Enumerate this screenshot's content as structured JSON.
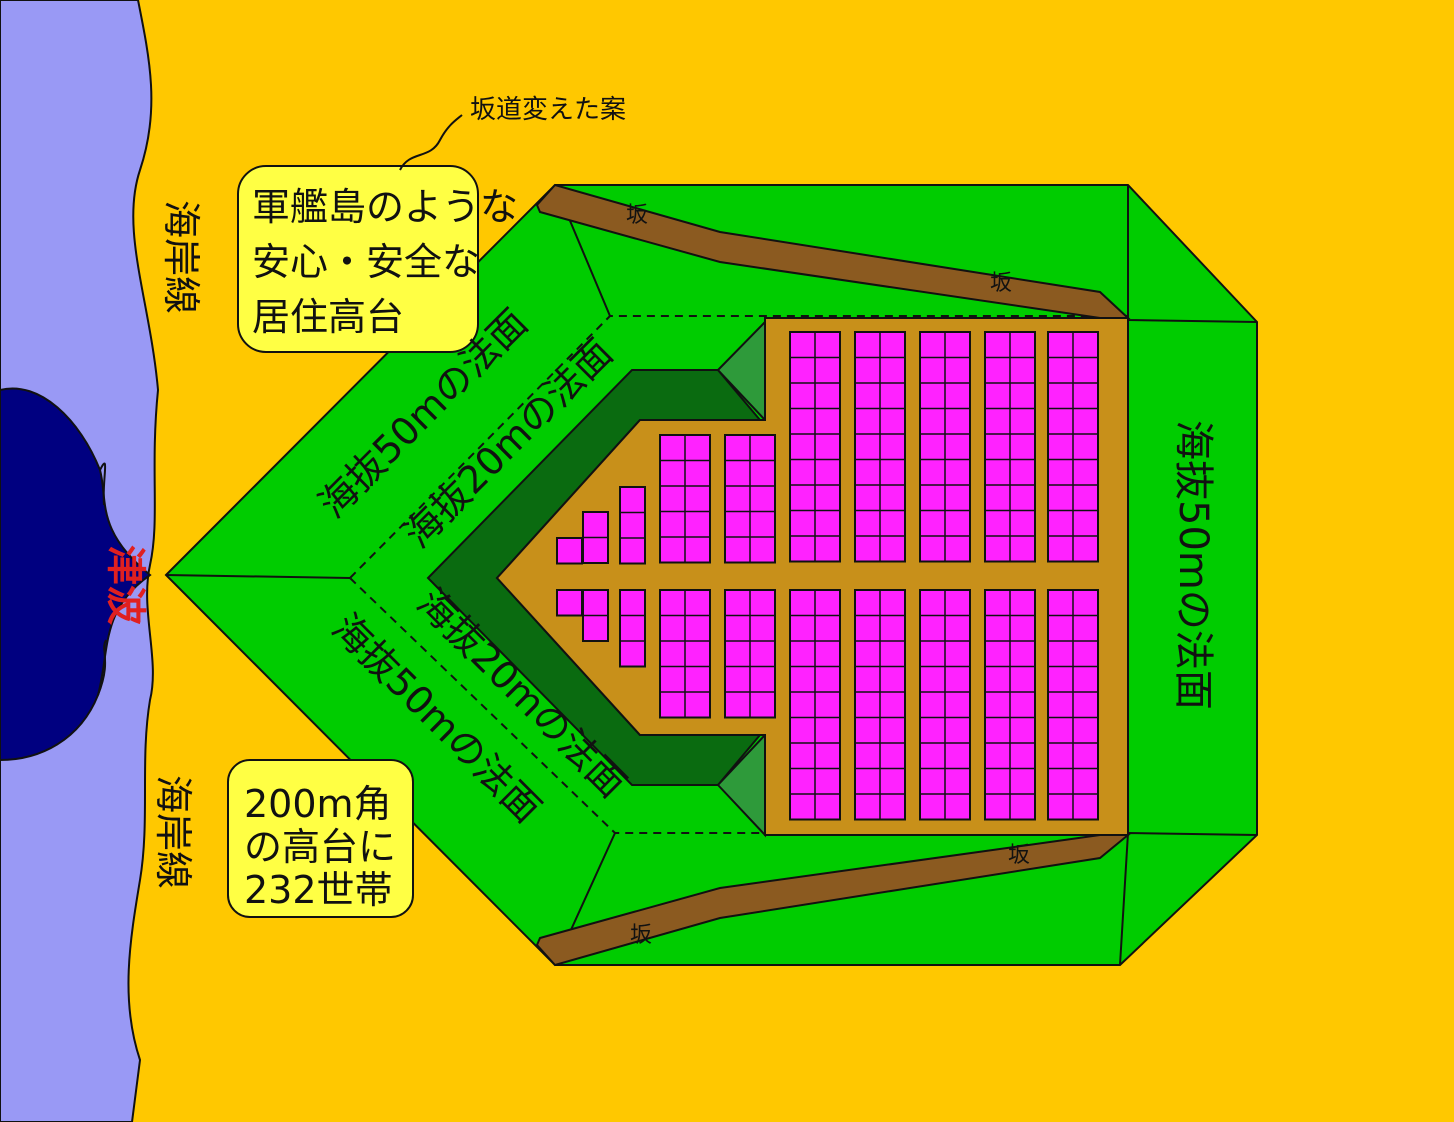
{
  "title_note": "坂道変えた案",
  "callouts": {
    "top": [
      "軍艦島のような",
      "安心・安全な",
      "居住高台"
    ],
    "bottom": [
      "200m角",
      "の高台に",
      "232世帯"
    ]
  },
  "coastline": {
    "top": "海岸線",
    "bottom": "海岸線"
  },
  "tsunami": "津波",
  "slopes": {
    "upper_outer": "海抜50mの法面",
    "upper_inner": "海抜20mの法面",
    "lower_inner": "海抜20mの法面",
    "lower_outer": "海抜50mの法面",
    "right": "海抜50mの法面"
  },
  "ramps": [
    "坂",
    "坂",
    "坂",
    "坂"
  ],
  "colors": {
    "sea": "#9999f5",
    "tsunami": "#000080",
    "land": "#ffc800",
    "slope": "#00cc00",
    "inner_slope": "#0a6b10",
    "plateau": "#c8901a",
    "houses": "#ff22ff",
    "callout": "#ffff44",
    "ramp": "#8b5a20"
  }
}
